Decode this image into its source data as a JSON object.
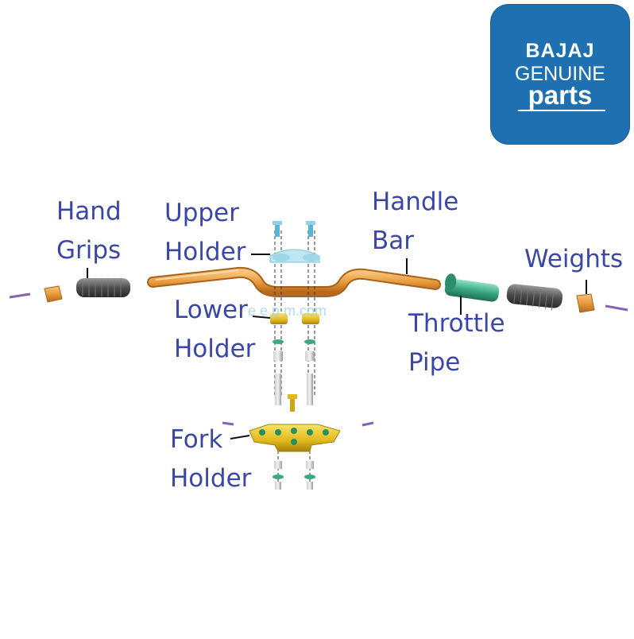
{
  "logo": {
    "brand": "BAJAJ",
    "line2": "GENUINE",
    "line3": "parts",
    "color": "#1f70b0"
  },
  "watermark": "e e p m.com",
  "labels": {
    "hand_grips": [
      "Hand",
      "Grips"
    ],
    "upper_holder": [
      "Upper",
      "Holder"
    ],
    "handle_bar": [
      "Handle",
      "Bar"
    ],
    "weights": [
      "Weights"
    ],
    "lower_holder": [
      "Lower",
      "Holder"
    ],
    "throttle_pipe": [
      "Throttle",
      "Pipe"
    ],
    "fork_holder": [
      "Fork",
      "Holder"
    ]
  },
  "colors": {
    "label_text": "#3b47a6",
    "bar_orange": "#e9a24a",
    "grip_gray": "#5d5d5d",
    "throttle_green": "#45b28e",
    "fork_yellow": "#e8c21f",
    "screw_purple": "#8a5fb8"
  }
}
